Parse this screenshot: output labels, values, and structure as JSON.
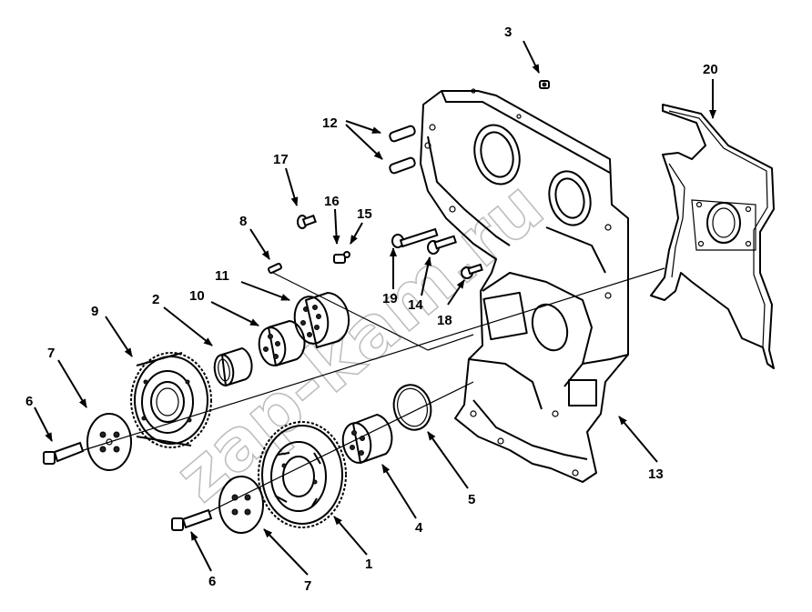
{
  "watermark": "zap-kam.ru",
  "callouts": [
    {
      "id": "1",
      "label": "1"
    },
    {
      "id": "2",
      "label": "2"
    },
    {
      "id": "3",
      "label": "3"
    },
    {
      "id": "4",
      "label": "4"
    },
    {
      "id": "5",
      "label": "5"
    },
    {
      "id": "6a",
      "label": "6"
    },
    {
      "id": "6b",
      "label": "6"
    },
    {
      "id": "7a",
      "label": "7"
    },
    {
      "id": "7b",
      "label": "7"
    },
    {
      "id": "8",
      "label": "8"
    },
    {
      "id": "9",
      "label": "9"
    },
    {
      "id": "10",
      "label": "10"
    },
    {
      "id": "11",
      "label": "11"
    },
    {
      "id": "12",
      "label": "12"
    },
    {
      "id": "13",
      "label": "13"
    },
    {
      "id": "14",
      "label": "14"
    },
    {
      "id": "15",
      "label": "15"
    },
    {
      "id": "16",
      "label": "16"
    },
    {
      "id": "17",
      "label": "17"
    },
    {
      "id": "18",
      "label": "18"
    },
    {
      "id": "19",
      "label": "19"
    },
    {
      "id": "20",
      "label": "20"
    }
  ]
}
